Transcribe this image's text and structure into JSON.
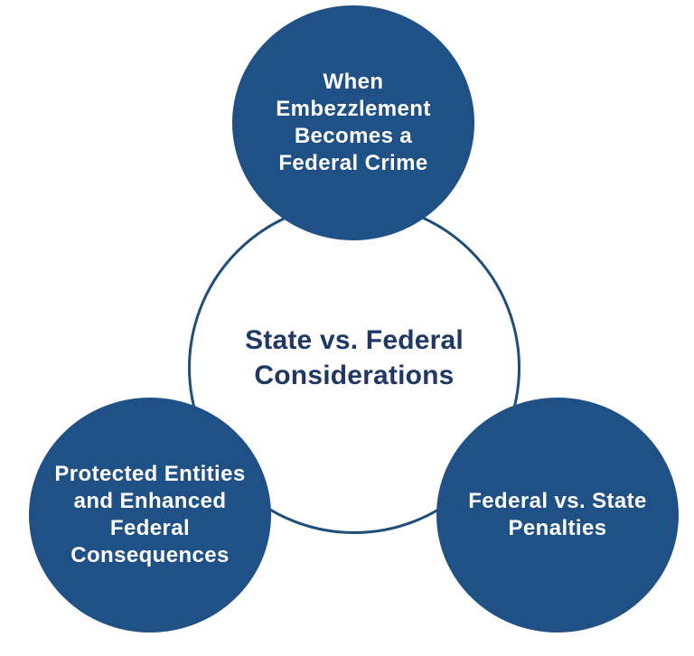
{
  "diagram": {
    "type": "cycle",
    "background": "#FFFFFF",
    "center": {
      "label": "State vs. Federal\nConsiderations",
      "text_color": "#1F3864",
      "ring_color": "#1F4E79"
    },
    "nodes": [
      {
        "id": "top",
        "label": "When\nEmbezzlement\nBecomes a\nFederal Crime"
      },
      {
        "id": "bottom-left",
        "label": "Protected Entities\nand Enhanced\nFederal\nConsequences"
      },
      {
        "id": "bottom-right",
        "label": "Federal vs. State\nPenalties"
      }
    ],
    "node_fill": "#1F5186",
    "node_text_color": "#FFFFFF"
  }
}
